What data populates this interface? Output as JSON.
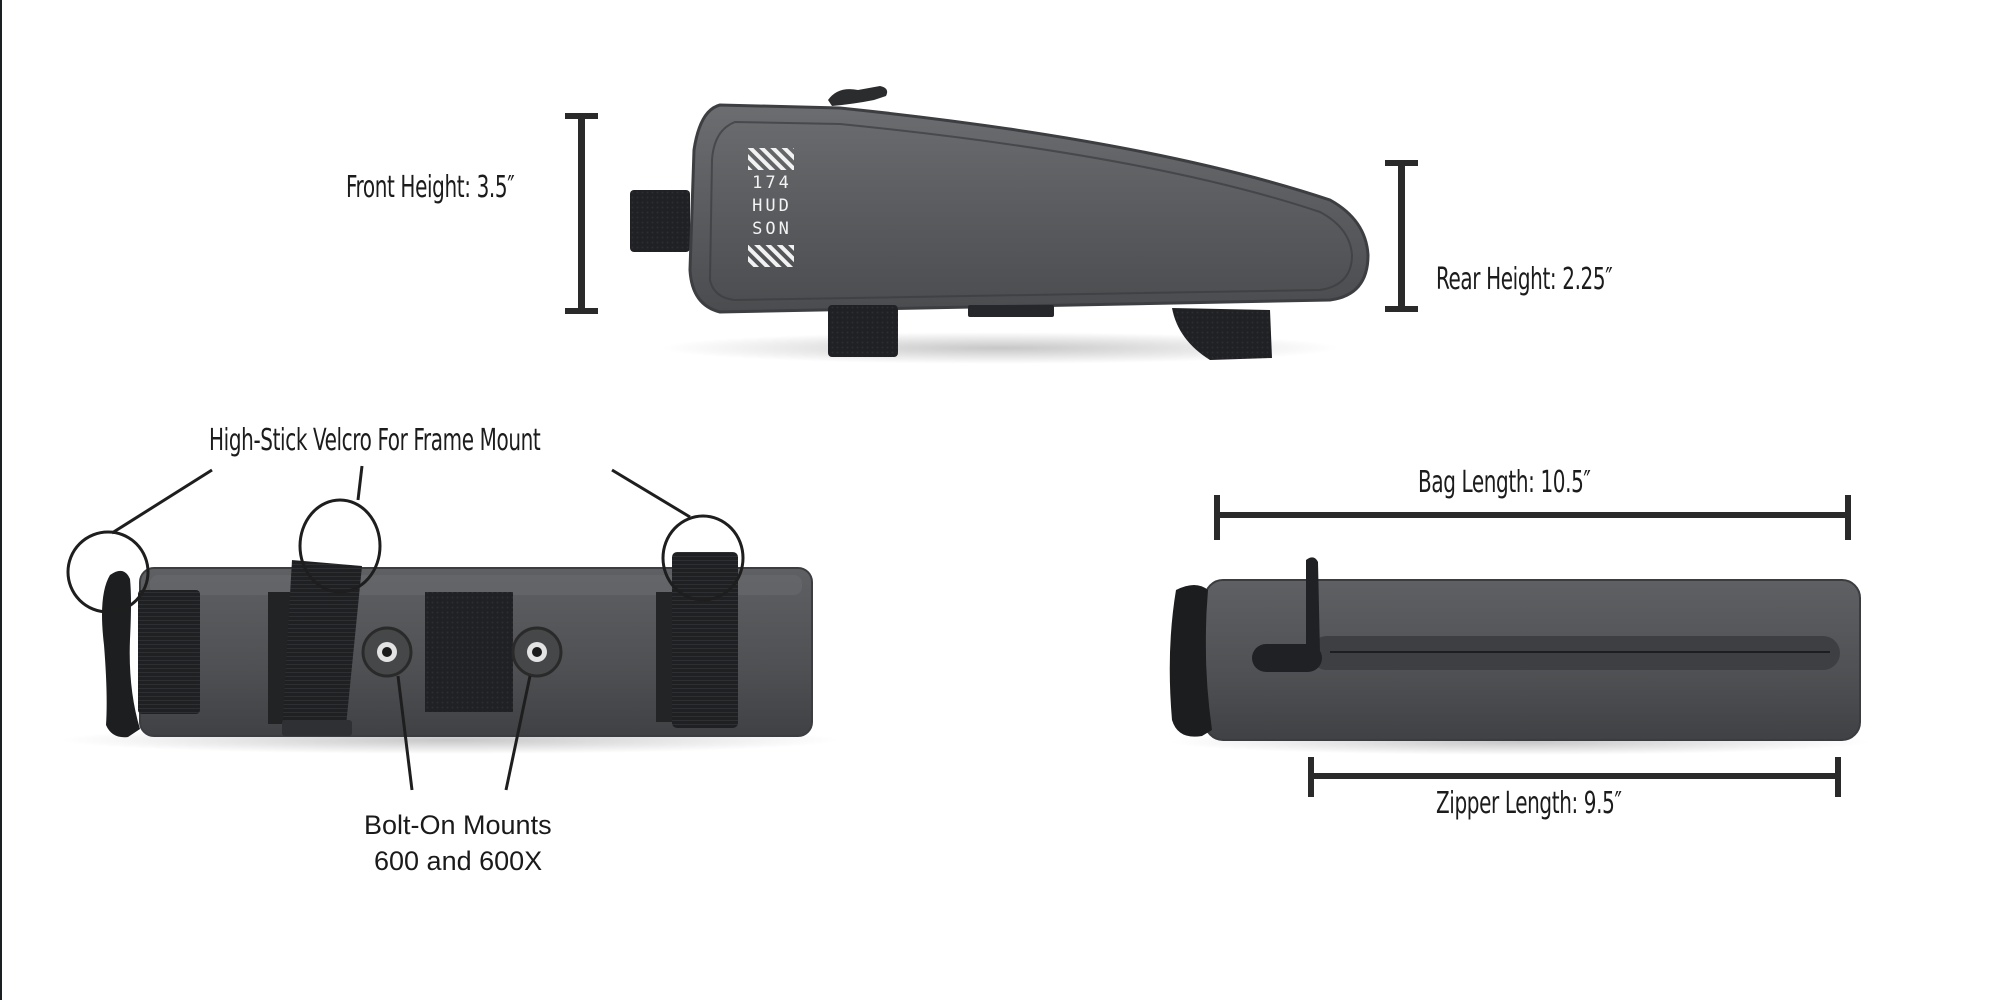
{
  "brand": {
    "logo_lines": [
      "174",
      "HUD",
      "SON"
    ]
  },
  "top_view": {
    "front_height_label": "Front Height: 3.5″",
    "rear_height_label": "Rear Height: 2.25″"
  },
  "bottom_left_view": {
    "velcro_label": "High-Stick Velcro For Frame Mount",
    "bolt_label_line1": "Bolt-On Mounts",
    "bolt_label_line2": "600 and 600X"
  },
  "bottom_right_view": {
    "bag_length_label": "Bag Length: 10.5″",
    "zipper_length_label": "Zipper Length: 9.5″"
  },
  "dimensions": {
    "front_height_in": 3.5,
    "rear_height_in": 2.25,
    "bag_length_in": 10.5,
    "zipper_length_in": 9.5
  },
  "colors": {
    "bag_body": "#55575a",
    "bag_dark": "#3b3d40",
    "strap": "#1e1f21",
    "annotation": "#2a2a2a",
    "background": "#ffffff"
  }
}
